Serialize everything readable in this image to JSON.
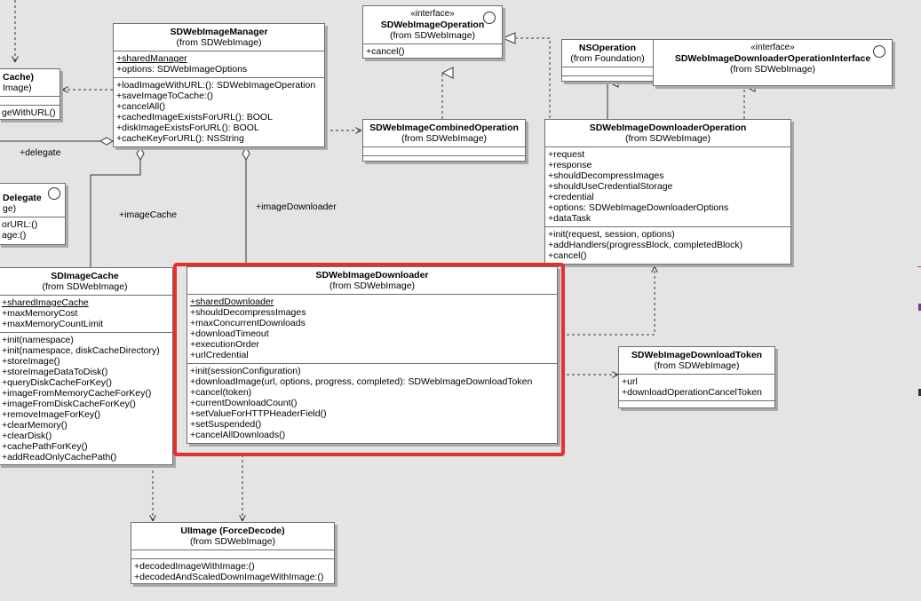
{
  "classes": {
    "cache_left": {
      "name": "Cache)",
      "from": "Image)",
      "methods": [
        "geWithURL()"
      ]
    },
    "manager": {
      "name": "SDWebImageManager",
      "from": "(from SDWebImage)",
      "attrs": [
        "+sharedManager",
        "+options: SDWebImageOptions"
      ],
      "methods": [
        "+loadImageWithURL:(): SDWebImageOperation",
        "+saveImageToCache:()",
        "+cancelAll()",
        "+cachedImageExistsForURL(): BOOL",
        "+diskImageExistsForURL(): BOOL",
        "+cacheKeyForURL(): NSString"
      ]
    },
    "operation": {
      "stereotype": "«interface»",
      "name": "SDWebImageOperation",
      "from": "(from SDWebImage)",
      "methods": [
        "+cancel()"
      ]
    },
    "nsoperation": {
      "name": "NSOperation",
      "from": "(from Foundation)"
    },
    "dl_op_interface": {
      "stereotype": "«interface»",
      "name": "SDWebImageDownloaderOperationInterface",
      "from": "(from SDWebImage)"
    },
    "combined": {
      "name": "SDWebImageCombinedOperation",
      "from": "(from SDWebImage)"
    },
    "dl_operation": {
      "name": "SDWebImageDownloaderOperation",
      "from": "(from SDWebImage)",
      "attrs": [
        "+request",
        "+response",
        "+shouldDecompressImages",
        "+shouldUseCredentialStorage",
        "+credential",
        "+options: SDWebImageDownloaderOptions",
        "+dataTask"
      ],
      "methods": [
        "+init(request, session, options)",
        "+addHandlers(progressBlock, completedBlock)",
        "+cancel()"
      ]
    },
    "delegate_left": {
      "name": "Delegate",
      "from": "ge)",
      "methods": [
        "orURL:()",
        "age:()"
      ]
    },
    "imagecache": {
      "name": "SDImageCache",
      "from": "(from SDWebImage)",
      "attrs": [
        "+sharedImageCache",
        "+maxMemoryCost",
        "+maxMemoryCountLimit"
      ],
      "methods": [
        "+init(namespace)",
        "+init(namespace, diskCacheDirectory)",
        "+storeImage()",
        "+storeImageDataToDisk()",
        "+queryDiskCacheForKey()",
        "+imageFromMemoryCacheForKey()",
        "+imageFromDiskCacheForKey()",
        "+removeImageForKey()",
        "+clearMemory()",
        "+clearDisk()",
        "+cachePathForKey()",
        "+addReadOnlyCachePath()"
      ]
    },
    "downloader": {
      "name": "SDWebImageDownloader",
      "from": "(from SDWebImage)",
      "attrs": [
        "+sharedDownloader",
        "+shouldDecompressImages",
        "+maxConcurrentDownloads",
        "+downloadTimeout",
        "+executionOrder",
        "+urlCredential"
      ],
      "methods": [
        "+init(sessionConfiguration)",
        "+downloadImage(url, options, progress, completed): SDWebImageDownloadToken",
        "+cancel(token)",
        "+currentDownloadCount()",
        "+setValueForHTTPHeaderField()",
        "+setSuspended()",
        "+cancelAllDownloads()"
      ]
    },
    "token": {
      "name": "SDWebImageDownloadToken",
      "from": "(from SDWebImage)",
      "attrs": [
        "+url",
        "+downloadOperationCancelToken"
      ]
    },
    "uiimage": {
      "name": "UIImage (ForceDecode)",
      "from": "(from SDWebImage)",
      "methods": [
        "+decodedImageWithImage:()",
        "+decodedAndScaledDownImageWithImage:()"
      ]
    }
  },
  "labels": {
    "delegate": "+delegate",
    "imageCache": "+imageCache",
    "imageDownloader": "+imageDownloader"
  },
  "colors": {
    "background": "#e4e4e4",
    "highlight": "#e8302a",
    "line": "#333333"
  }
}
